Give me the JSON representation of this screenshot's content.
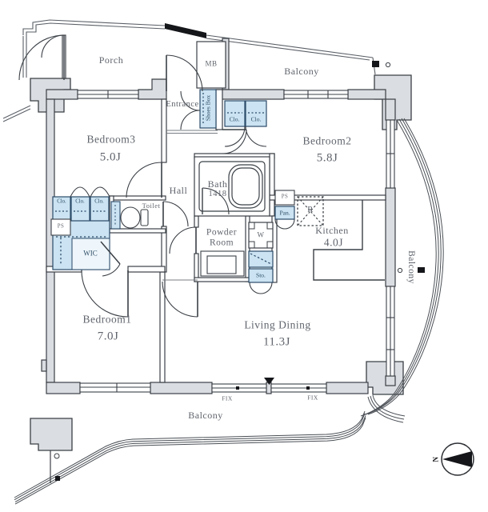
{
  "plan_type": "apartment-floor-plan",
  "colors": {
    "wall_fill": "#dadde1",
    "line": "#3b4046",
    "closet_fill": "#cbe3f2",
    "closet_border": "#2a4a68",
    "label_text": "#5f646c",
    "closet_text": "#2e4d66",
    "black_marks": "#15161a"
  },
  "rooms": {
    "porch": "Porch",
    "balcony_top": "Balcony",
    "balcony_right": "Balcony",
    "balcony_bottom": "Balcony",
    "mb": "MB",
    "entrance": "Entrance",
    "shoes_box": "Shoes Box",
    "bedroom3": "Bedroom3",
    "bedroom3_size": "5.0J",
    "bedroom2": "Bedroom2",
    "bedroom2_size": "5.8J",
    "bedroom1": "Bedroom1",
    "bedroom1_size": "7.0J",
    "hall": "Hall",
    "toilet": "Toilet",
    "bath": "Bath",
    "bath_size": "1418",
    "powder_line1": "Powder",
    "powder_line2": "Room",
    "kitchen": "Kitchen",
    "kitchen_size": "4.0J",
    "living": "Living Dining",
    "living_size": "11.3J",
    "wic": "WIC"
  },
  "small_labels": {
    "closet": "Clo.",
    "pipe_space": "PS",
    "pantry": "Pan.",
    "storage": "Sto.",
    "washer": "W",
    "refrigerator": "R",
    "fix_window": "FIX",
    "north": "N"
  }
}
